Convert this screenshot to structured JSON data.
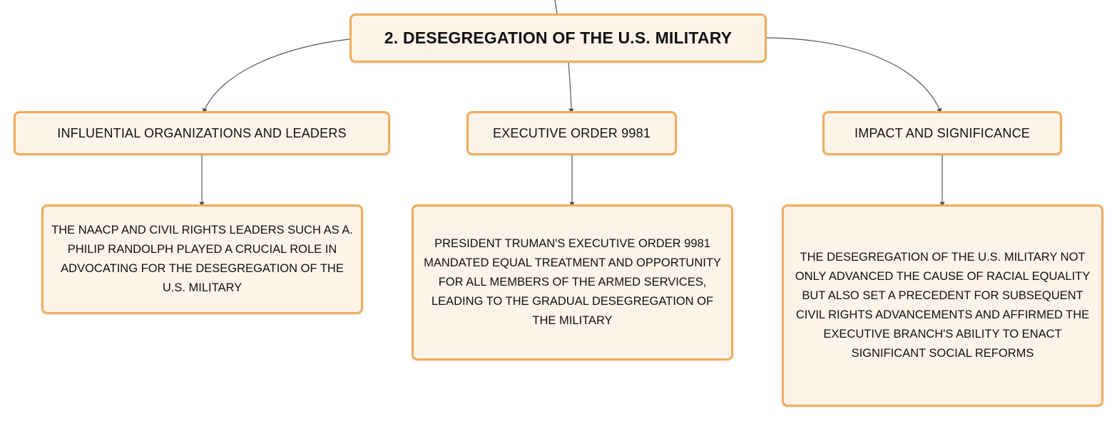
{
  "theme": {
    "node_fill": "#fdf3e9",
    "node_border": "#f0ad5a",
    "connector": "#555555"
  },
  "root": {
    "label": "2. DESEGREGATION OF THE U.S. MILITARY"
  },
  "branches": [
    {
      "label": "INFLUENTIAL ORGANIZATIONS AND LEADERS",
      "detail": "THE NAACP AND CIVIL RIGHTS LEADERS SUCH AS A. PHILIP RANDOLPH PLAYED A CRUCIAL ROLE IN ADVOCATING FOR THE DESEGREGATION OF THE U.S. MILITARY"
    },
    {
      "label": "EXECUTIVE ORDER 9981",
      "detail": "PRESIDENT TRUMAN'S EXECUTIVE ORDER 9981 MANDATED EQUAL TREATMENT AND OPPORTUNITY FOR ALL MEMBERS OF THE ARMED SERVICES, LEADING TO THE GRADUAL DESEGREGATION OF THE MILITARY"
    },
    {
      "label": "IMPACT AND SIGNIFICANCE",
      "detail": "THE DESEGREGATION OF THE U.S. MILITARY NOT ONLY ADVANCED THE CAUSE OF RACIAL EQUALITY BUT ALSO SET A PRECEDENT FOR SUBSEQUENT CIVIL RIGHTS ADVANCEMENTS AND AFFIRMED THE EXECUTIVE BRANCH'S ABILITY TO ENACT SIGNIFICANT SOCIAL REFORMS"
    }
  ]
}
